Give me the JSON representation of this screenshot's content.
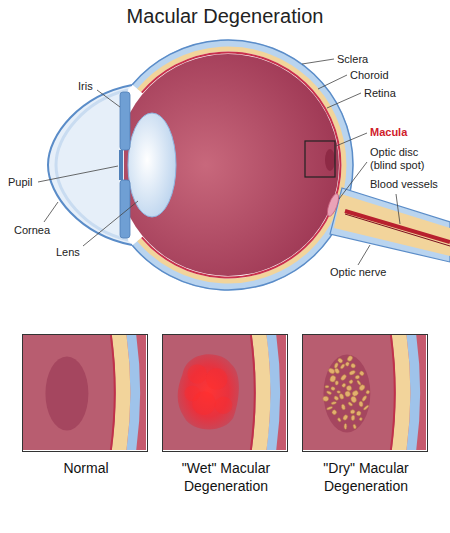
{
  "diagram": {
    "title": "Macular Degeneration",
    "nodes": [
      {
        "text": [
          "Normal"
        ]
      },
      {
        "text": [
          "\"Wet\" Macular Degeneration"
        ]
      },
      {
        "text": [
          "\"Dry\" Macular Degeneration"
        ]
      }
    ],
    "labels": [
      "Sclera",
      "Choroid",
      "Retina",
      "Iris",
      "Macula",
      "Optic disc (blind spot)",
      "Pupil",
      "Blood vessels",
      "Cornea",
      "Lens",
      "Optic nerve"
    ]
  }
}
